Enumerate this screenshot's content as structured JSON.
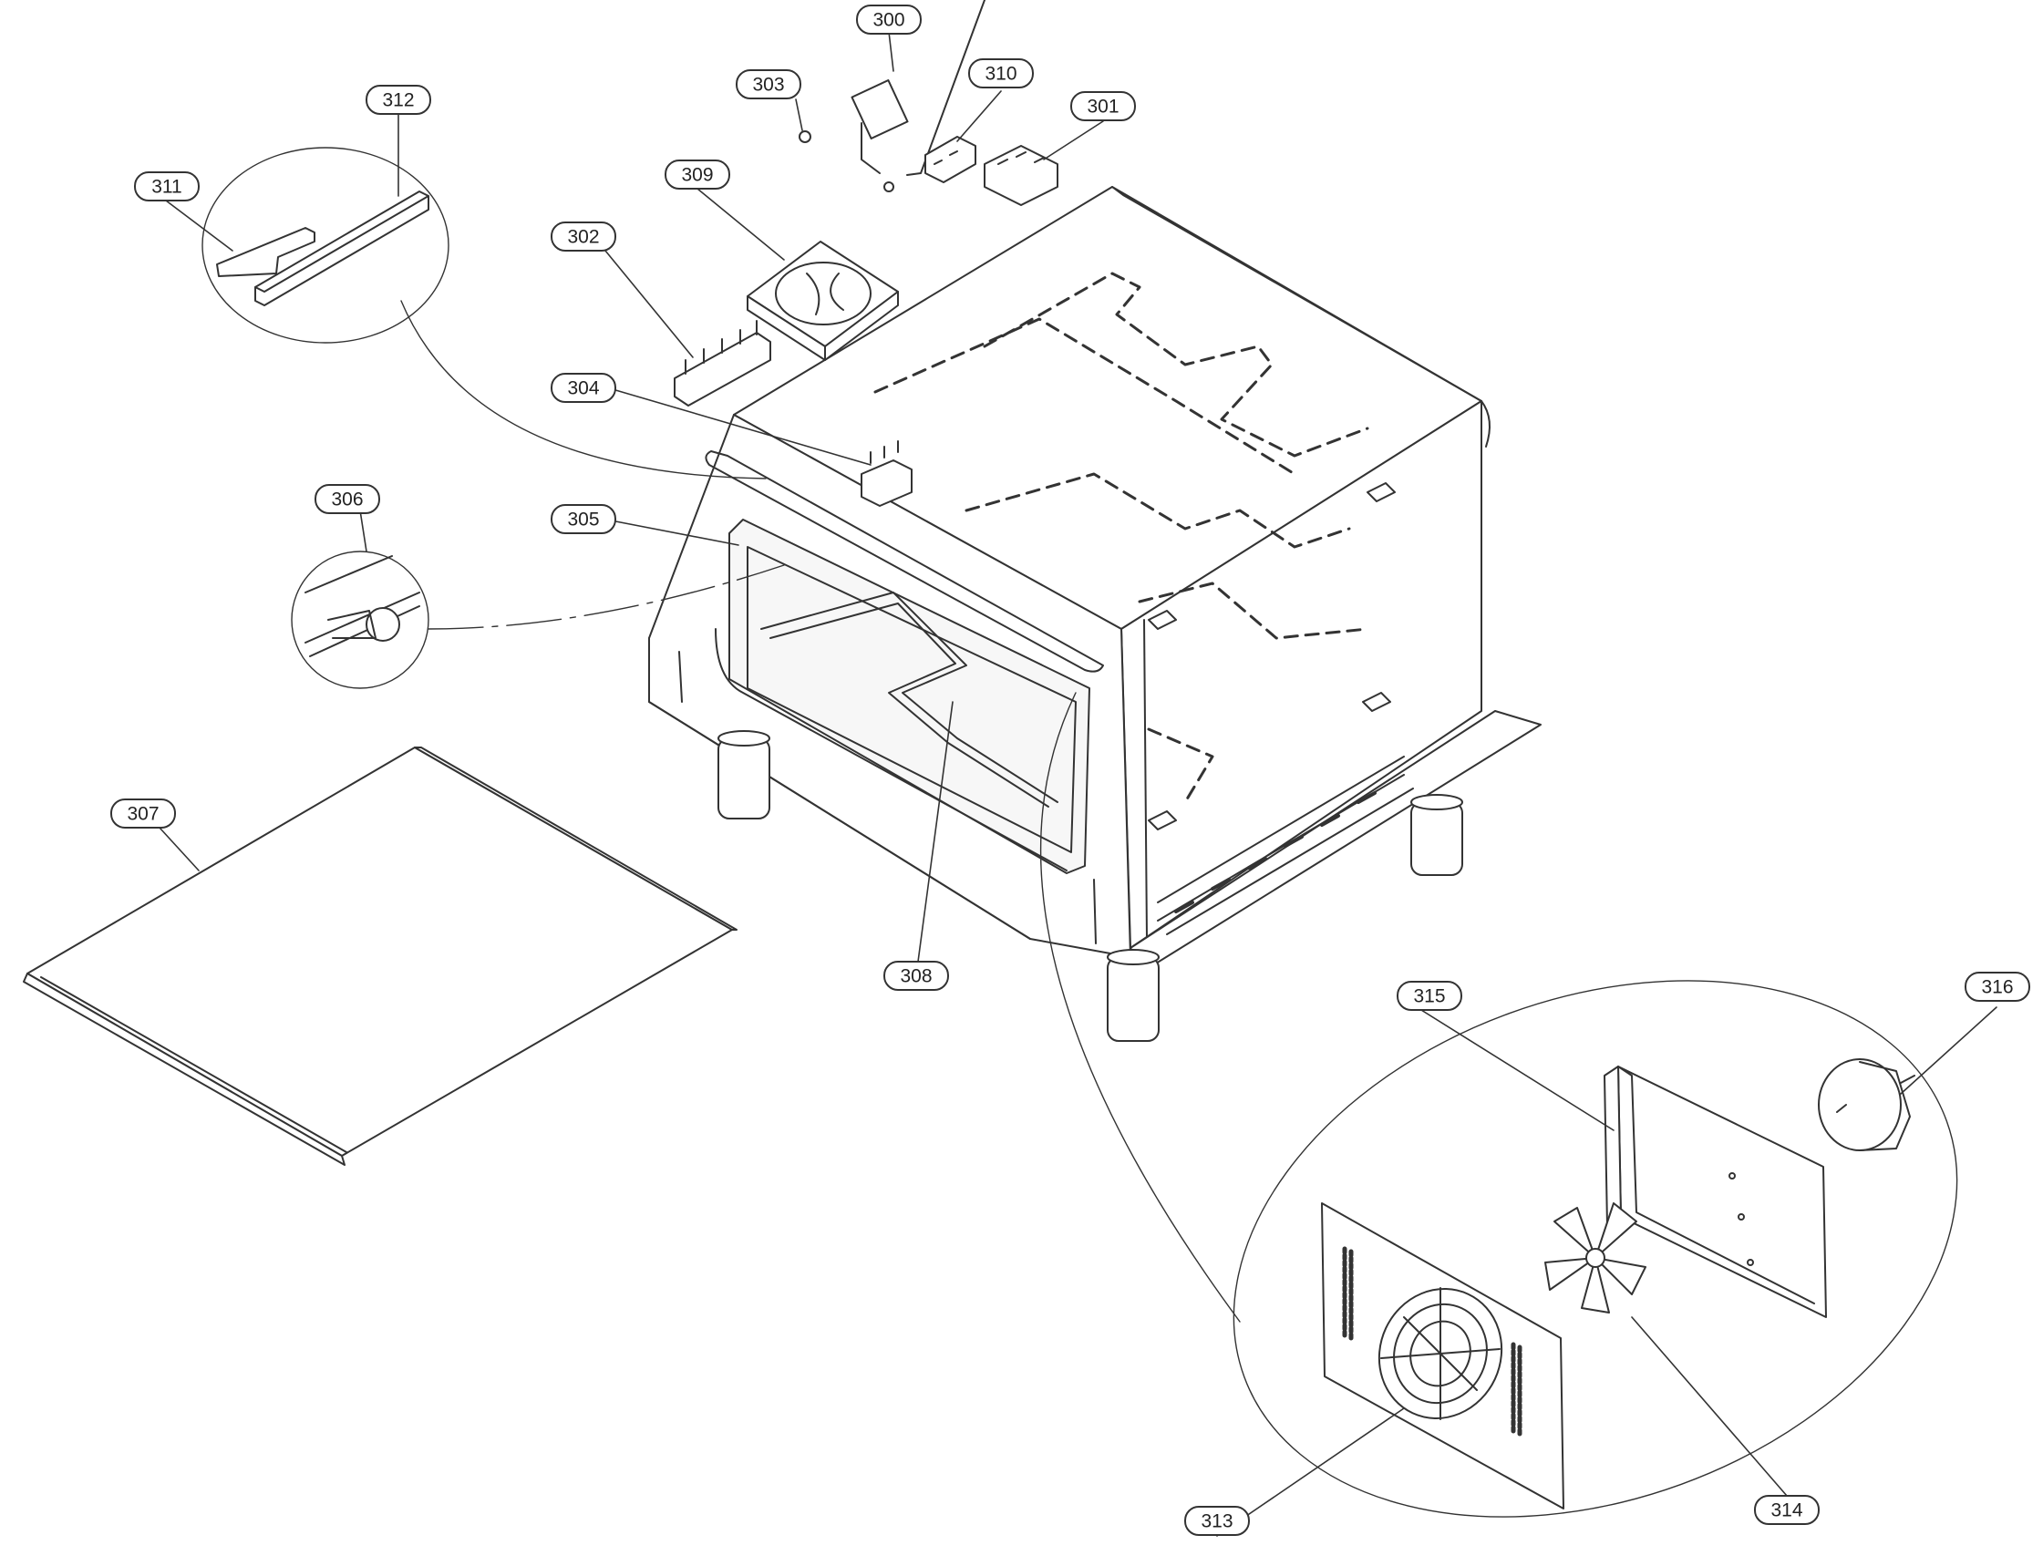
{
  "diagram": {
    "labels": [
      {
        "id": "p300",
        "text": "300"
      },
      {
        "id": "p301",
        "text": "301"
      },
      {
        "id": "p302",
        "text": "302"
      },
      {
        "id": "p303",
        "text": "303"
      },
      {
        "id": "p304",
        "text": "304"
      },
      {
        "id": "p305",
        "text": "305"
      },
      {
        "id": "p306",
        "text": "306"
      },
      {
        "id": "p307",
        "text": "307"
      },
      {
        "id": "p308",
        "text": "308"
      },
      {
        "id": "p309",
        "text": "309"
      },
      {
        "id": "p310",
        "text": "310"
      },
      {
        "id": "p311",
        "text": "311"
      },
      {
        "id": "p312",
        "text": "312"
      },
      {
        "id": "p313",
        "text": "313"
      },
      {
        "id": "p314",
        "text": "314"
      },
      {
        "id": "p315",
        "text": "315"
      },
      {
        "id": "p316",
        "text": "316"
      }
    ],
    "colors": {
      "line": "#333333",
      "background": "#ffffff"
    }
  }
}
